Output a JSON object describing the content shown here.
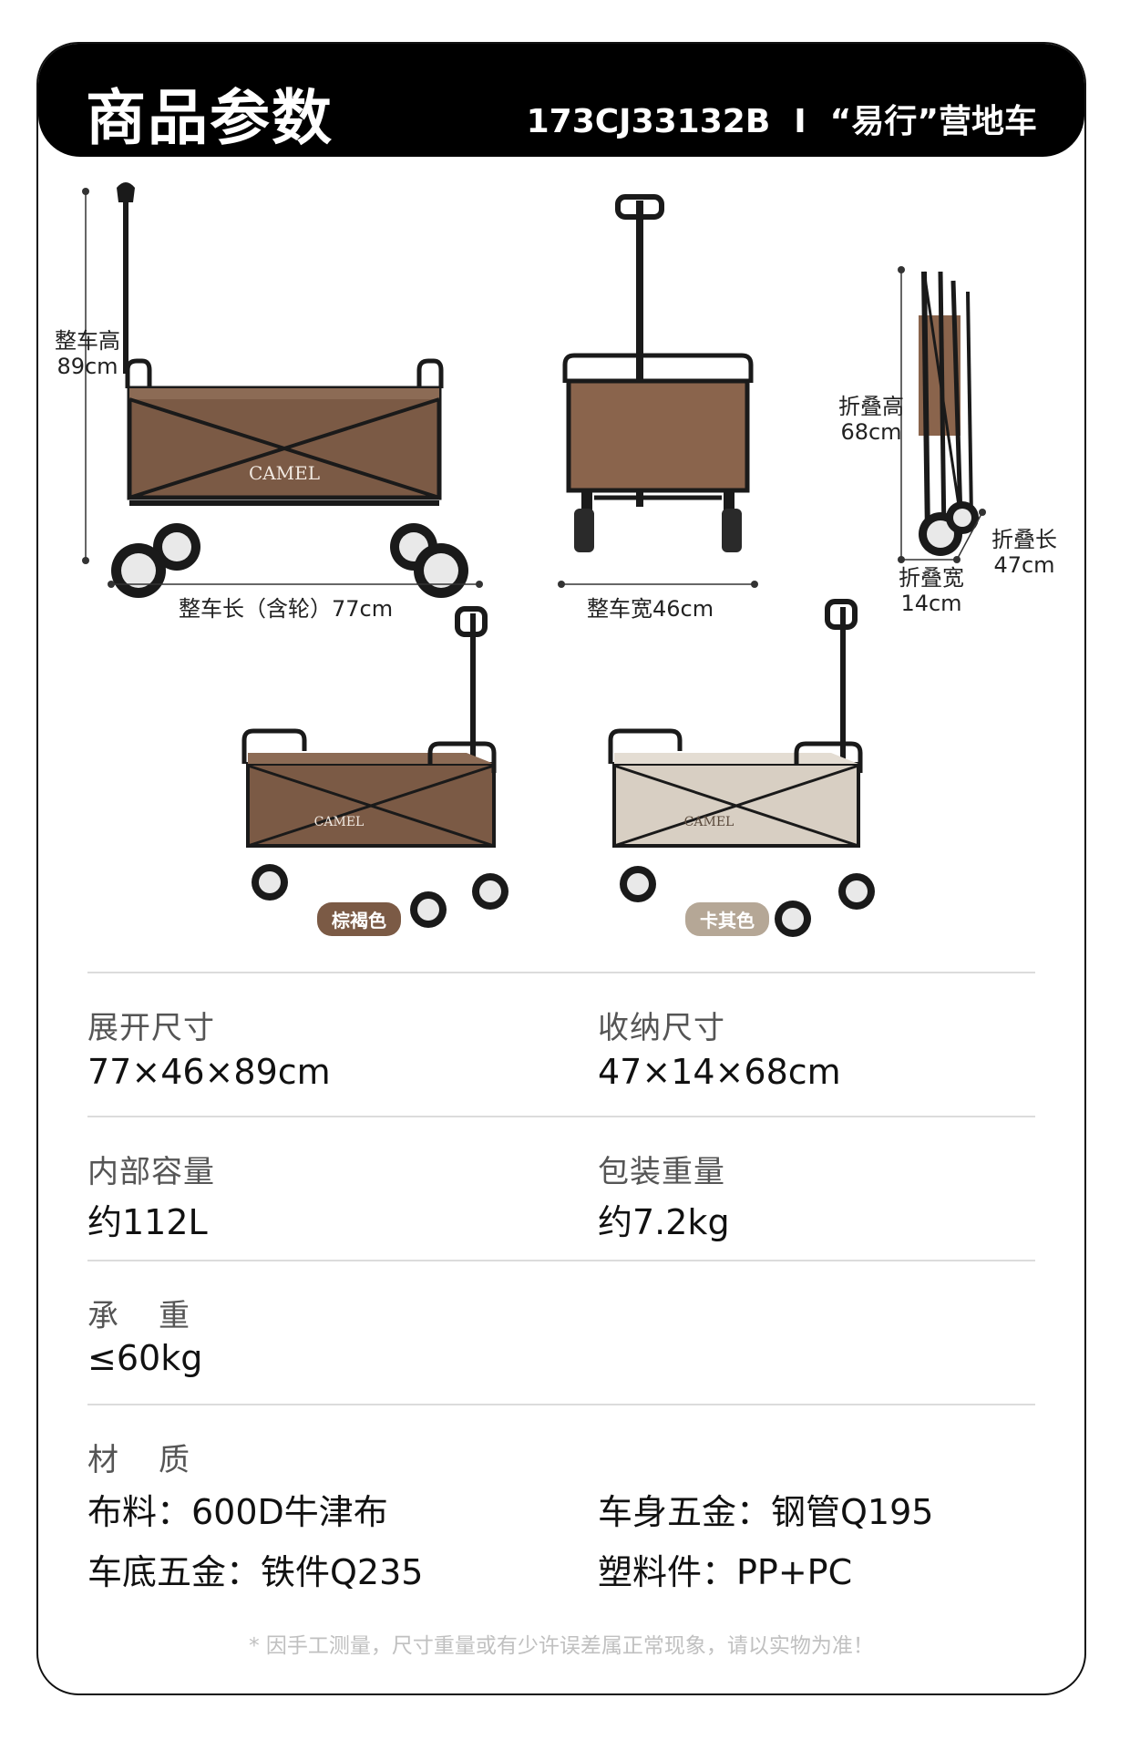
{
  "header": {
    "title": "商品参数",
    "model": "173CJ33132B",
    "separator": "I",
    "product_name": "“易行”营地车"
  },
  "dimensions": {
    "height_label": "整车高",
    "height_value": "89cm",
    "length_label": "整车长（含轮）77cm",
    "width_label": "整车宽46cm",
    "folded_height_label": "折叠高",
    "folded_height_value": "68cm",
    "folded_length_label": "折叠长",
    "folded_length_value": "47cm",
    "folded_width_label": "折叠宽",
    "folded_width_value": "14cm"
  },
  "colors": [
    {
      "name": "棕褐色",
      "hex": "#7b5a45"
    },
    {
      "name": "卡其色",
      "hex": "#b5a796"
    }
  ],
  "brand": "CAMEL",
  "specs": {
    "unfold_label": "展开尺寸",
    "unfold_value": "77×46×89cm",
    "storage_label": "收纳尺寸",
    "storage_value": "47×14×68cm",
    "capacity_label": "内部容量",
    "capacity_value": "约112L",
    "weight_label": "包装重量",
    "weight_value": "约7.2kg",
    "load_label": "承重",
    "load_value": "≤60kg",
    "material_label": "材质",
    "fabric": "布料：600D牛津布",
    "body_metal": "车身五金：钢管Q195",
    "base_metal": "车底五金：铁件Q235",
    "plastic": "塑料件：PP+PC"
  },
  "footnote": "* 因手工测量，尺寸重量或有少许误差属正常现象，请以实物为准！",
  "palette": {
    "brown": "#7b5a45",
    "khaki": "#d8cfc3",
    "frame": "#1a1a1a"
  }
}
